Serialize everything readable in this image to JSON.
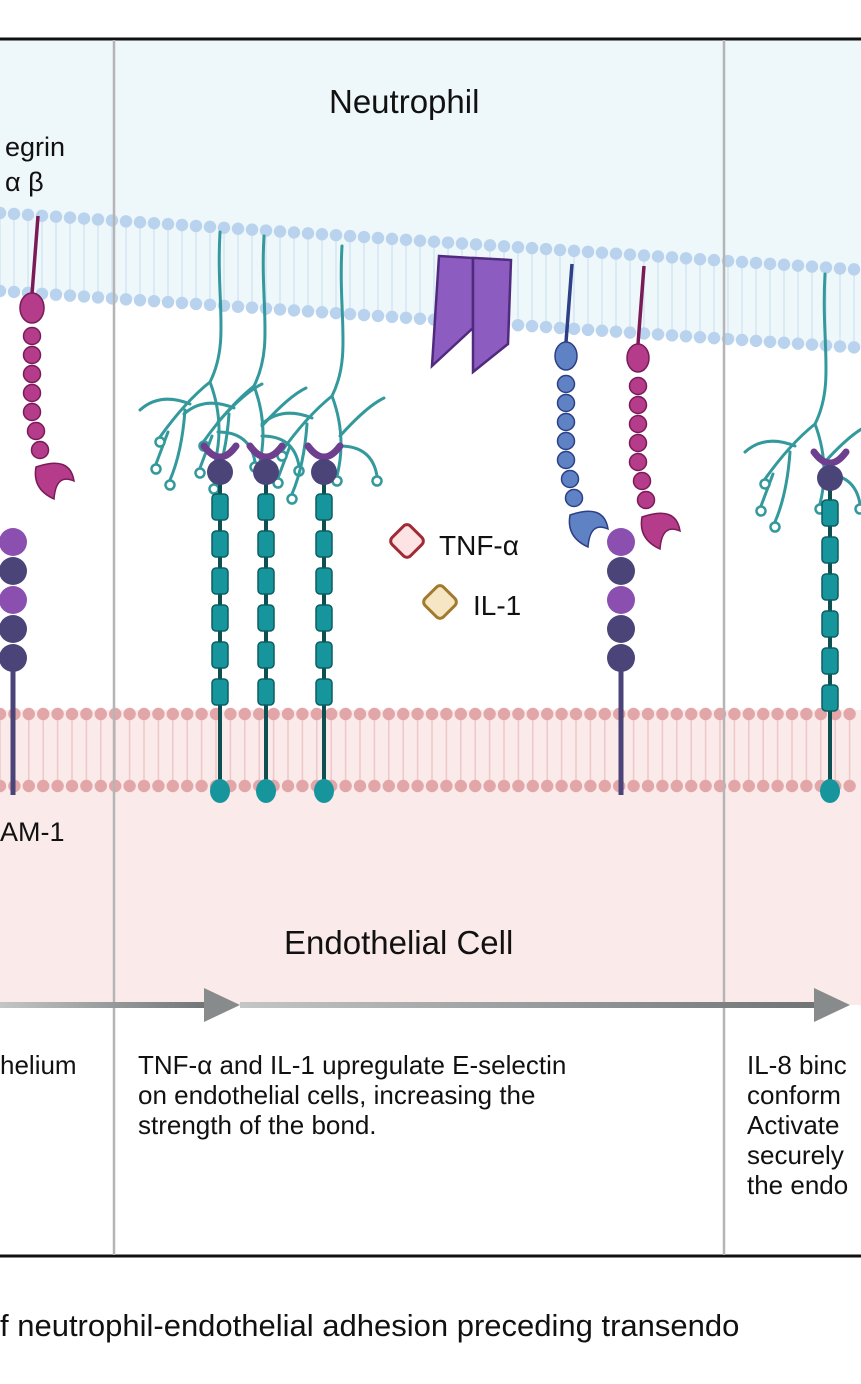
{
  "diagram": {
    "labels": {
      "neutrophil": "Neutrophil",
      "integrin_line1": "egrin",
      "integrin_line2": "α β",
      "tnf": "TNF-α",
      "il1": "IL-1",
      "icam": "AM-1",
      "endothelial": "Endothelial Cell"
    },
    "descriptions": {
      "left": [
        "helium"
      ],
      "middle": [
        "TNF-α and IL-1 upregulate E-selectin",
        "on endothelial cells, increasing the",
        "strength of the bond."
      ],
      "right": [
        "IL-8 binc",
        "conform",
        "Activate",
        "securely",
        "the endo"
      ]
    },
    "caption": "f neutrophil-endothelial adhesion preceding transendo",
    "colors": {
      "neutrophil_bg": "#eef7fa",
      "endothelial_bg": "#fbeaea",
      "neutrophil_membrane": "#b9d3ee",
      "endothelial_membrane": "#e3a6a8",
      "selectin": "#17959d",
      "glycan": "#33999c",
      "icam_dark": "#4b4478",
      "icam_light": "#8b4fb0",
      "integrin_magenta": "#b43c8a",
      "integrin_blue": "#5f82c4",
      "receptor": "#8d5cc0",
      "tnf": "#a02a35",
      "il1": "#a07a2e",
      "arrow": "#8a8e8e"
    }
  }
}
